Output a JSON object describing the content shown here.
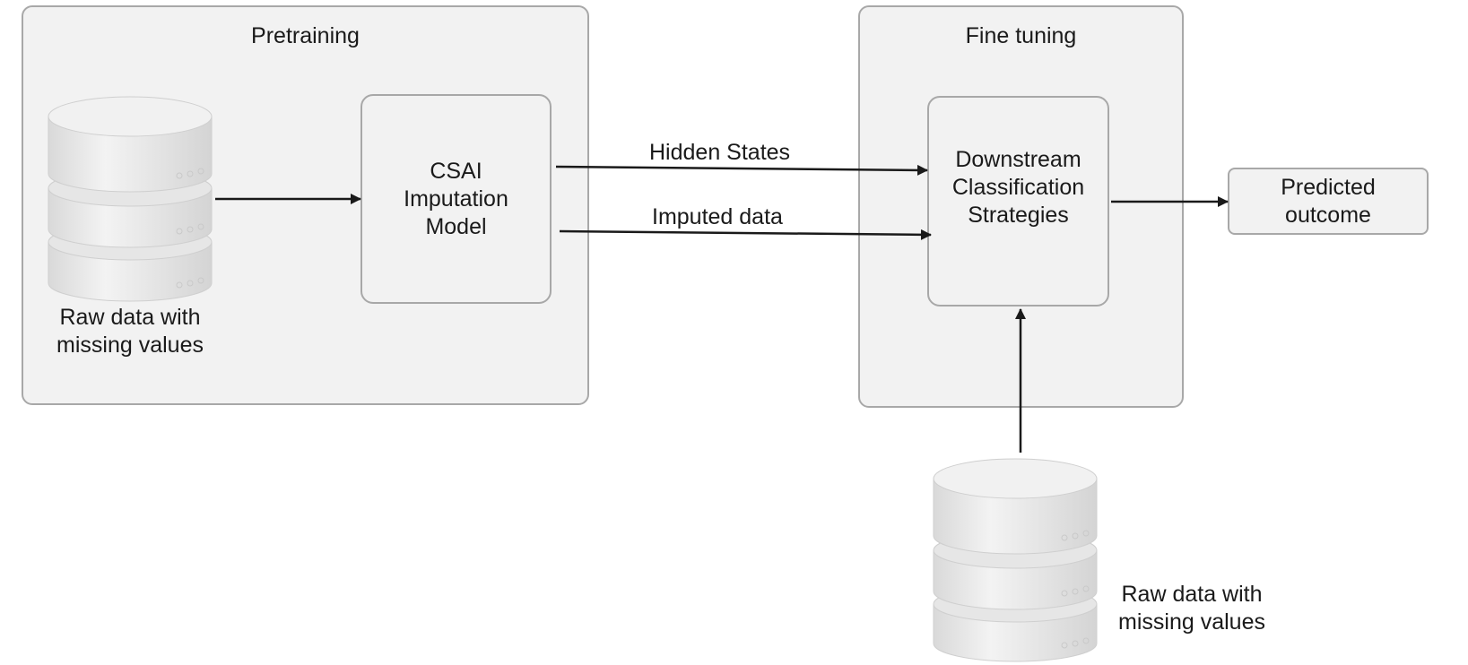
{
  "pretraining": {
    "title": "Pretraining",
    "model_label": "CSAI\nImputation\nModel",
    "db_label": "Raw data with\nmissing values"
  },
  "finetuning": {
    "title": "Fine tuning",
    "classifier_label": "Downstream\nClassification\nStrategies",
    "db_label": "Raw data with\nmissing values"
  },
  "output": {
    "label": "Predicted\noutcome"
  },
  "edges": {
    "hidden_states": "Hidden States",
    "imputed_data": "Imputed data"
  },
  "colors": {
    "panel_fill": "#f2f2f2",
    "panel_border": "#a8a8a8",
    "arrow": "#1a1a1a"
  }
}
